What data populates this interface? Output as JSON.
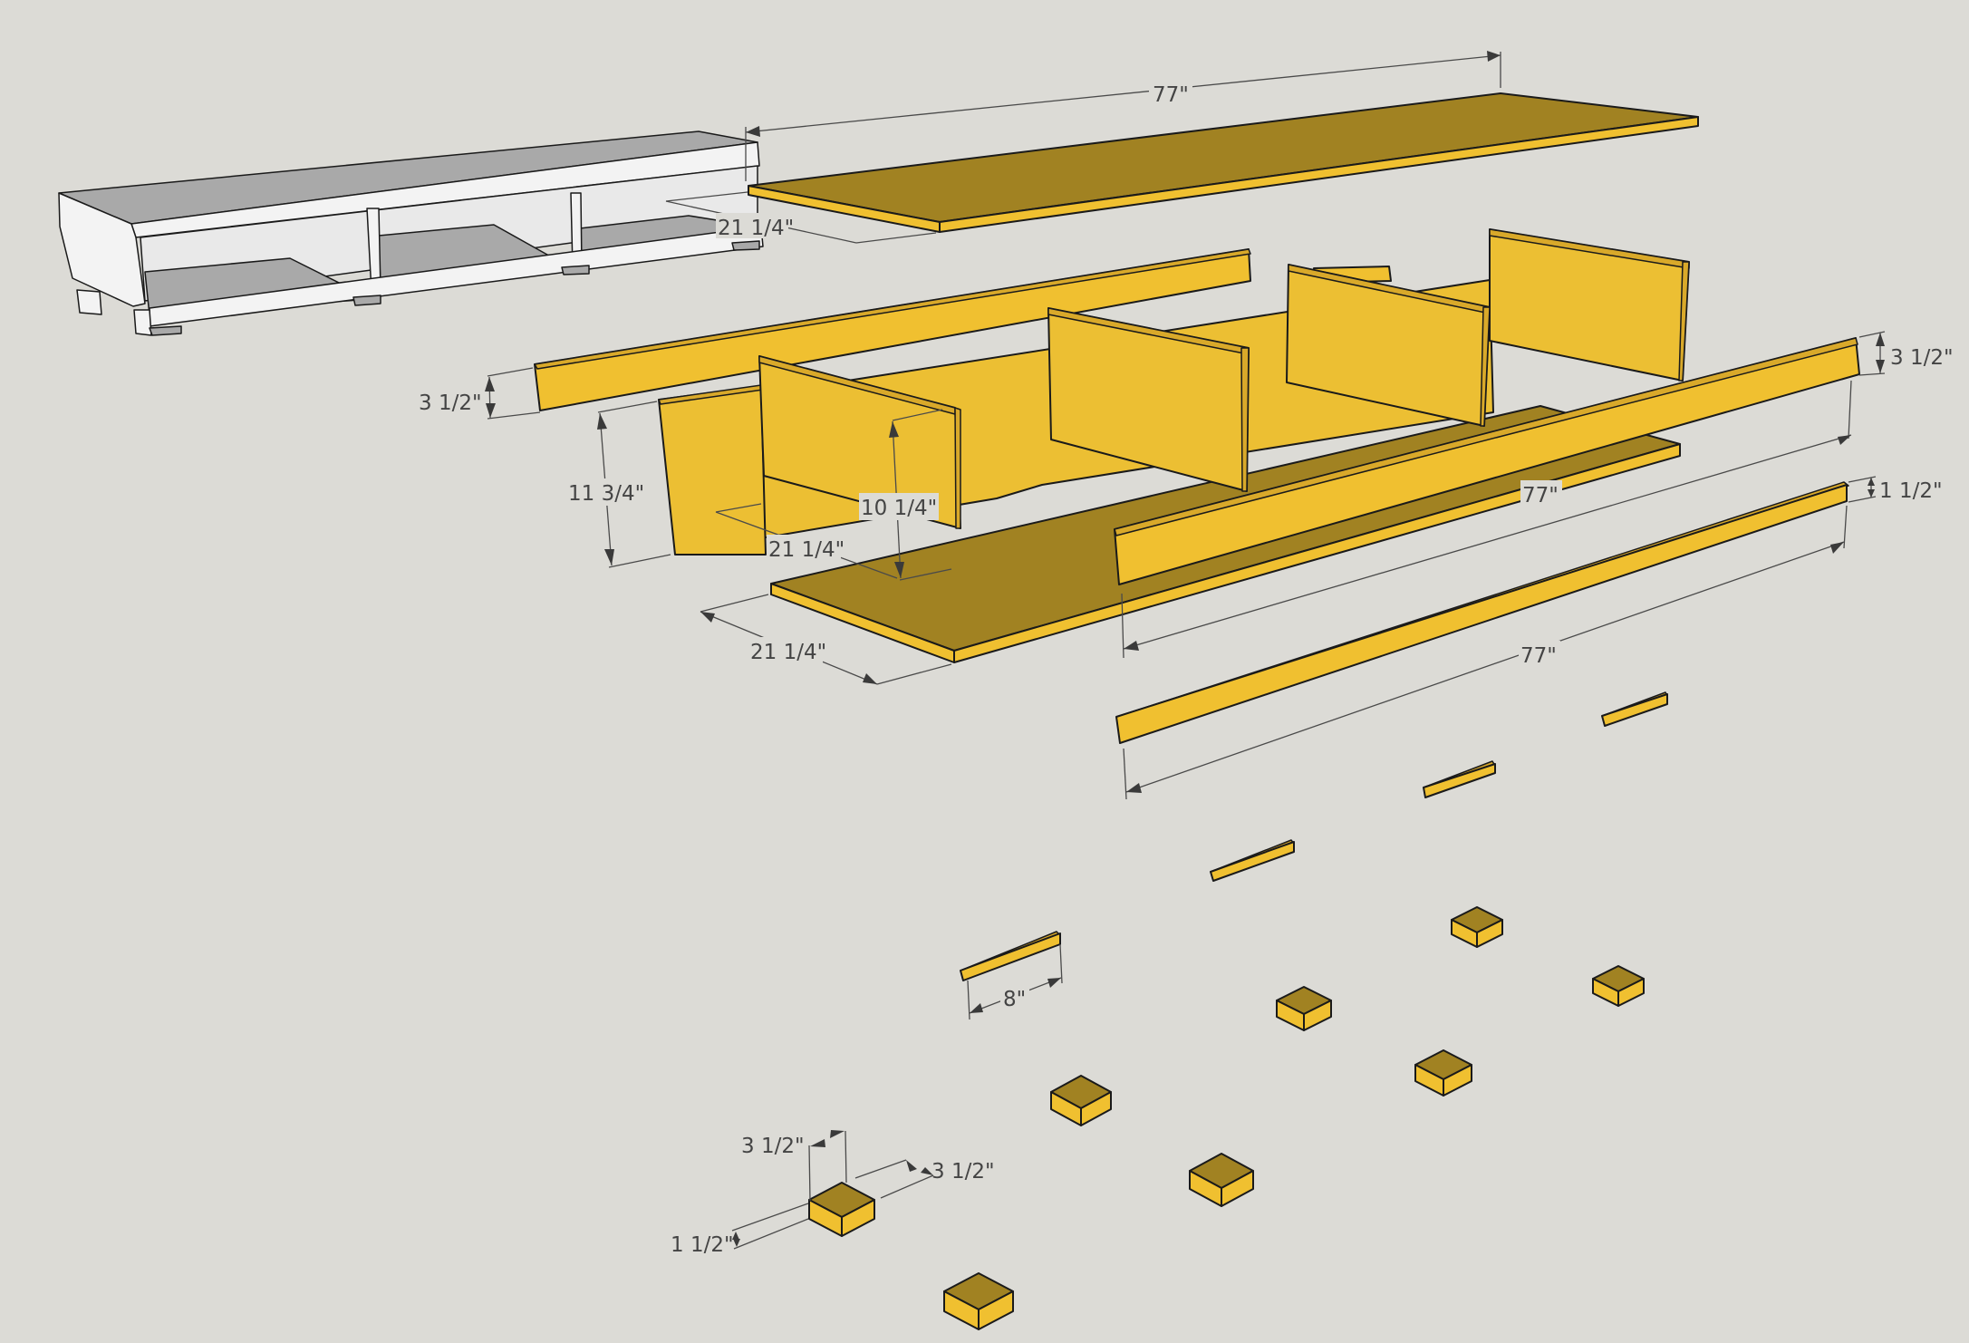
{
  "title": "TV stand / bench exploded assembly diagram",
  "colors": {
    "background": "#dcdbd6",
    "panel_top_face": "#a18222",
    "panel_face": "#f0c030",
    "assembled_model": "#f3f3f3",
    "assembled_shadow": "#a9a9a9",
    "dimension_line": "#4a4a4a"
  },
  "parts": {
    "assembled_model": "Assembled cabinet (3 cubbies, white)",
    "top_panel": "Top panel",
    "back_rail": "Back rail",
    "back_panel": "Back panel",
    "side_panel_left": "Left side panel",
    "dividers": [
      "Divider 1",
      "Divider 2",
      "Divider 3 (right side)"
    ],
    "bottom_panel": "Bottom panel",
    "front_rail": "Front rail",
    "base_rail": "Base rail",
    "cleats": [
      "Cleat 1",
      "Cleat 2",
      "Cleat 3",
      "Cleat 4"
    ],
    "feet": [
      "Foot 1",
      "Foot 2",
      "Foot 3",
      "Foot 4",
      "Foot 5",
      "Foot 6",
      "Foot 7",
      "Foot 8"
    ]
  },
  "dimensions": {
    "top_length": "77\"",
    "top_depth": "21 1/4\"",
    "back_rail_height": "3 1/2\"",
    "side_height": "11 3/4\"",
    "divider_height": "10 1/4\"",
    "divider_depth": "21 1/4\"",
    "bottom_depth": "21 1/4\"",
    "front_rail_height": "3 1/2\"",
    "front_rail_length": "77\"",
    "base_rail_height": "1 1/2\"",
    "base_rail_length": "77\"",
    "cleat_length": "8\"",
    "foot_width": "3 1/2\"",
    "foot_depth": "3 1/2\"",
    "foot_height": "1 1/2\""
  }
}
